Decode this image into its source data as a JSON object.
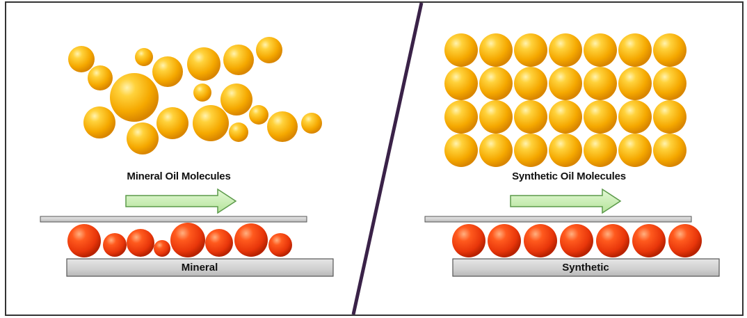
{
  "left_panel": {
    "caption": "Mineral Oil Molecules",
    "plate_label": "Mineral"
  },
  "right_panel": {
    "caption": "Synthetic Oil Molecules",
    "plate_label": "Synthetic"
  },
  "colors": {
    "border": "#333333",
    "divider": "#3a2248",
    "yellow_molecule": "#f5a800",
    "red_molecule": "#e8360a",
    "arrow_fill": "#c9f0b4",
    "arrow_stroke": "#5c9a4a",
    "plate_fill": "#d0d0d0",
    "plate_stroke": "#555555"
  }
}
